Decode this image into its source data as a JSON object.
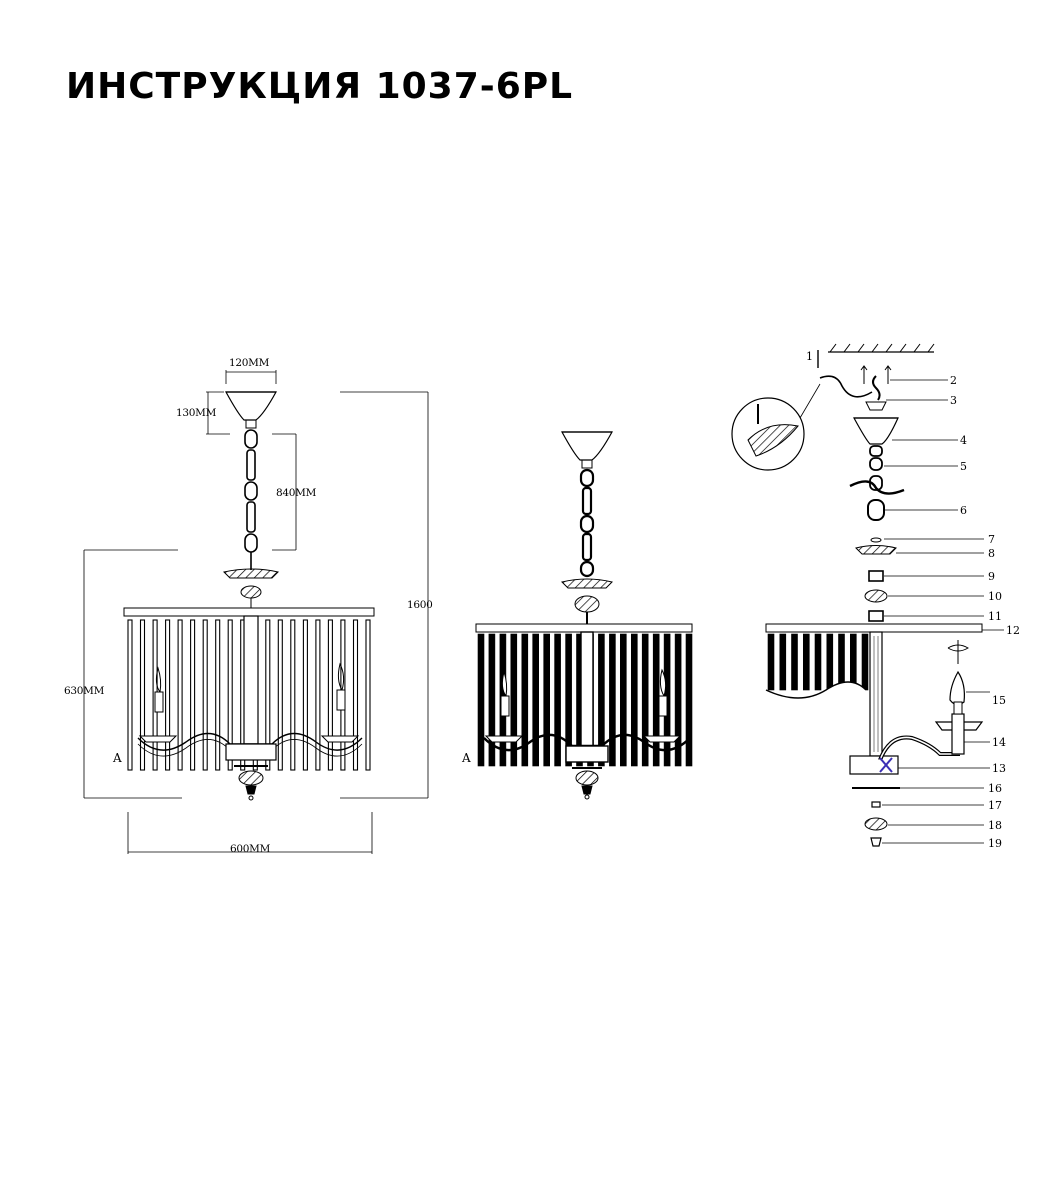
{
  "document": {
    "title": "ИНСТРУКЦИЯ 1037-6PL"
  },
  "dimensions": {
    "canopy_width": "120MM",
    "canopy_height": "130MM",
    "chain_length": "840MM",
    "total_height": "1600",
    "body_height": "630MM",
    "body_width": "600MM"
  },
  "labels": {
    "view_a_left": "A",
    "view_a_middle": "A"
  },
  "parts": [
    "1",
    "2",
    "3",
    "4",
    "5",
    "6",
    "7",
    "8",
    "9",
    "10",
    "11",
    "12",
    "13",
    "14",
    "15",
    "16",
    "17",
    "18",
    "19"
  ],
  "colors": {
    "ink": "#000000",
    "accent": "#3b2fb5"
  }
}
